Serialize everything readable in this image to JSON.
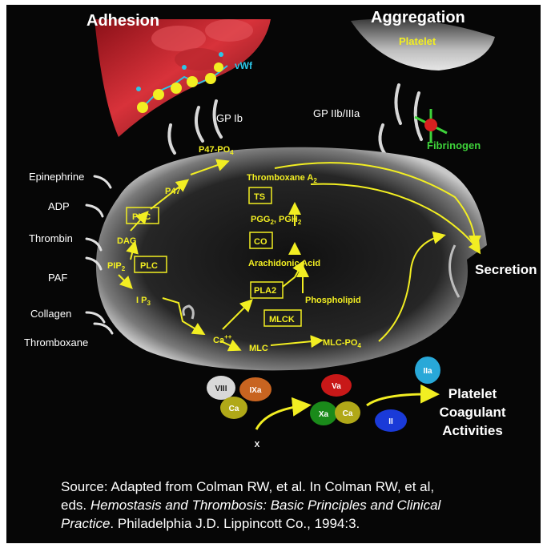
{
  "labels": {
    "adhesion": "Adhesion",
    "aggregation": "Aggregation",
    "platelet_top": "Platelet",
    "vwf": "vWf",
    "gp_ib": "GP Ib",
    "gp_iib_iiia": "GP IIb/IIIa",
    "fibrinogen": "Fibrinogen",
    "secretion": "Secretion",
    "agonists": [
      "Epinephrine",
      "ADP",
      "Thrombin",
      "PAF",
      "Collagen",
      "Thromboxane"
    ]
  },
  "pathway": {
    "p47_po4": "P47-PO",
    "p47_po4_sub": "4",
    "p47": "P47",
    "pkc": "PKC",
    "dag": "DAG",
    "pip2": "PIP",
    "pip2_sub": "2",
    "plc": "PLC",
    "ip3": "I P",
    "ip3_sub": "3",
    "ca": "Ca",
    "ca_sup": "++",
    "mlc": "MLC",
    "mlck": "MLCK",
    "mlc_po4": "MLC-PO",
    "mlc_po4_sub": "4",
    "pla2": "PLA2",
    "thromboxane_a2": "Thromboxane A",
    "thromboxane_a2_sub": "2",
    "ts": "TS",
    "pgg2_pgh2": "PGG",
    "pgg2_sub": "2",
    "pgg2_pgh2_mid": ", PGH",
    "pgh2_sub": "2",
    "co": "CO",
    "arachidonic_acid": "Arachidonic Acid",
    "phospholipid": "Phospholipid"
  },
  "coagulation": {
    "factors": {
      "viii": "VIII",
      "ixa": "IXa",
      "ca_left": "Ca",
      "va": "Va",
      "xa": "Xa",
      "ca_right": "Ca",
      "iia": "IIa",
      "ii": "II",
      "x": "X"
    },
    "title_lines": [
      "Platelet",
      "Coagulant",
      "Activities"
    ]
  },
  "source": {
    "line1": "Source: Adapted from Colman RW, et al.  In Colman RW, et al,",
    "line2_prefix": "eds. ",
    "line2_italic": "Hemostasis and Thrombosis: Basic Principles and Clinical",
    "line3_italic": "Practice",
    "line3_rest": ". Philadelphia J.D. Lippincott Co., 1994:3."
  },
  "colors": {
    "background": "#060606",
    "pathway_text": "#f2ee22",
    "vwf_cyan": "#2cc6e8",
    "fibrinogen_green": "#3ed23a",
    "vessel_red": "#c4202a"
  }
}
